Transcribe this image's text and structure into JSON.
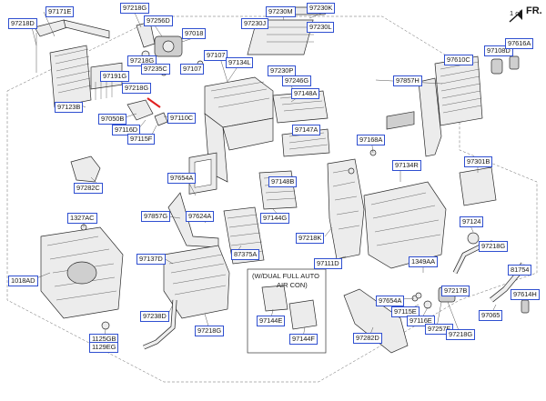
{
  "orientation": {
    "page_text": "1 of",
    "direction_text": "FR.",
    "arrow_icon": "fr-arrow-icon"
  },
  "colors": {
    "label_border": "#2f4fd0",
    "highlight_fill": "#2f5fe0",
    "highlight_text": "#ffffff",
    "line": "#2a2a2a"
  },
  "note_box": {
    "line1": "(W/DUAL FULL AUTO",
    "line2": "AIR CON)"
  },
  "labels": [
    {
      "id": "97171E",
      "text": "97171E"
    },
    {
      "id": "97218D_a",
      "text": "97218D"
    },
    {
      "id": "97218G_a",
      "text": "97218G"
    },
    {
      "id": "97256D",
      "text": "97256D"
    },
    {
      "id": "97018",
      "text": "97018"
    },
    {
      "id": "97218G_b",
      "text": "97218G"
    },
    {
      "id": "97235C",
      "text": "97235C"
    },
    {
      "id": "97107_a",
      "text": "97107"
    },
    {
      "id": "97107_b",
      "text": "97107"
    },
    {
      "id": "97134L",
      "text": "97134L"
    },
    {
      "id": "97230M",
      "text": "97230M"
    },
    {
      "id": "97230J",
      "text": "97230J"
    },
    {
      "id": "97230K",
      "text": "97230K"
    },
    {
      "id": "97230L",
      "text": "97230L"
    },
    {
      "id": "97230P",
      "text": "97230P"
    },
    {
      "id": "97246G",
      "text": "97246G"
    },
    {
      "id": "97191G",
      "text": "97191G"
    },
    {
      "id": "97218G_c",
      "text": "97218G"
    },
    {
      "id": "97123B",
      "text": "97123B"
    },
    {
      "id": "97050B",
      "text": "97050B"
    },
    {
      "id": "97116D",
      "text": "97116D"
    },
    {
      "id": "97115F",
      "text": "97115F"
    },
    {
      "id": "97110C",
      "text": "97110C"
    },
    {
      "id": "97148A",
      "text": "97148A"
    },
    {
      "id": "97147A",
      "text": "97147A"
    },
    {
      "id": "97108D",
      "text": "97108D"
    },
    {
      "id": "97616A",
      "text": "97616A"
    },
    {
      "id": "97610C",
      "text": "97610C"
    },
    {
      "id": "97857H",
      "text": "97857H"
    },
    {
      "id": "97168A",
      "text": "97168A"
    },
    {
      "id": "97134R",
      "text": "97134R"
    },
    {
      "id": "97301B",
      "text": "97301B"
    },
    {
      "id": "97282C",
      "text": "97282C"
    },
    {
      "id": "97654A_a",
      "text": "97654A"
    },
    {
      "id": "97148B",
      "text": "97148B"
    },
    {
      "id": "97857G",
      "text": "97857G"
    },
    {
      "id": "97624A",
      "text": "97624A"
    },
    {
      "id": "97144G",
      "text": "97144G"
    },
    {
      "id": "97218K",
      "text": "97218K"
    },
    {
      "id": "97124",
      "text": "97124"
    },
    {
      "id": "97218G_d",
      "text": "97218G"
    },
    {
      "id": "1327AC",
      "text": "1327AC"
    },
    {
      "id": "87375A",
      "text": "87375A"
    },
    {
      "id": "97137D",
      "text": "97137D"
    },
    {
      "id": "97111D",
      "text": "97111D"
    },
    {
      "id": "1349AA",
      "text": "1349AA"
    },
    {
      "id": "81754",
      "text": "81754"
    },
    {
      "id": "1018AD",
      "text": "1018AD"
    },
    {
      "id": "97217B",
      "text": "97217B"
    },
    {
      "id": "97614H",
      "text": "97614H"
    },
    {
      "id": "97654A_b",
      "text": "97654A"
    },
    {
      "id": "97115E",
      "text": "97115E"
    },
    {
      "id": "97116E",
      "text": "97116E"
    },
    {
      "id": "97257F",
      "text": "97257F"
    },
    {
      "id": "97065",
      "text": "97065"
    },
    {
      "id": "97238D",
      "text": "97238D"
    },
    {
      "id": "97144E",
      "text": "97144E"
    },
    {
      "id": "97282D",
      "text": "97282D"
    },
    {
      "id": "97218G_e",
      "text": "97218G"
    },
    {
      "id": "97218G_f",
      "text": "97218G"
    },
    {
      "id": "97144F",
      "text": "97144F"
    },
    {
      "id": "1125GB",
      "text": "1125GB"
    },
    {
      "id": "1129EG",
      "text": "1129EG"
    }
  ]
}
